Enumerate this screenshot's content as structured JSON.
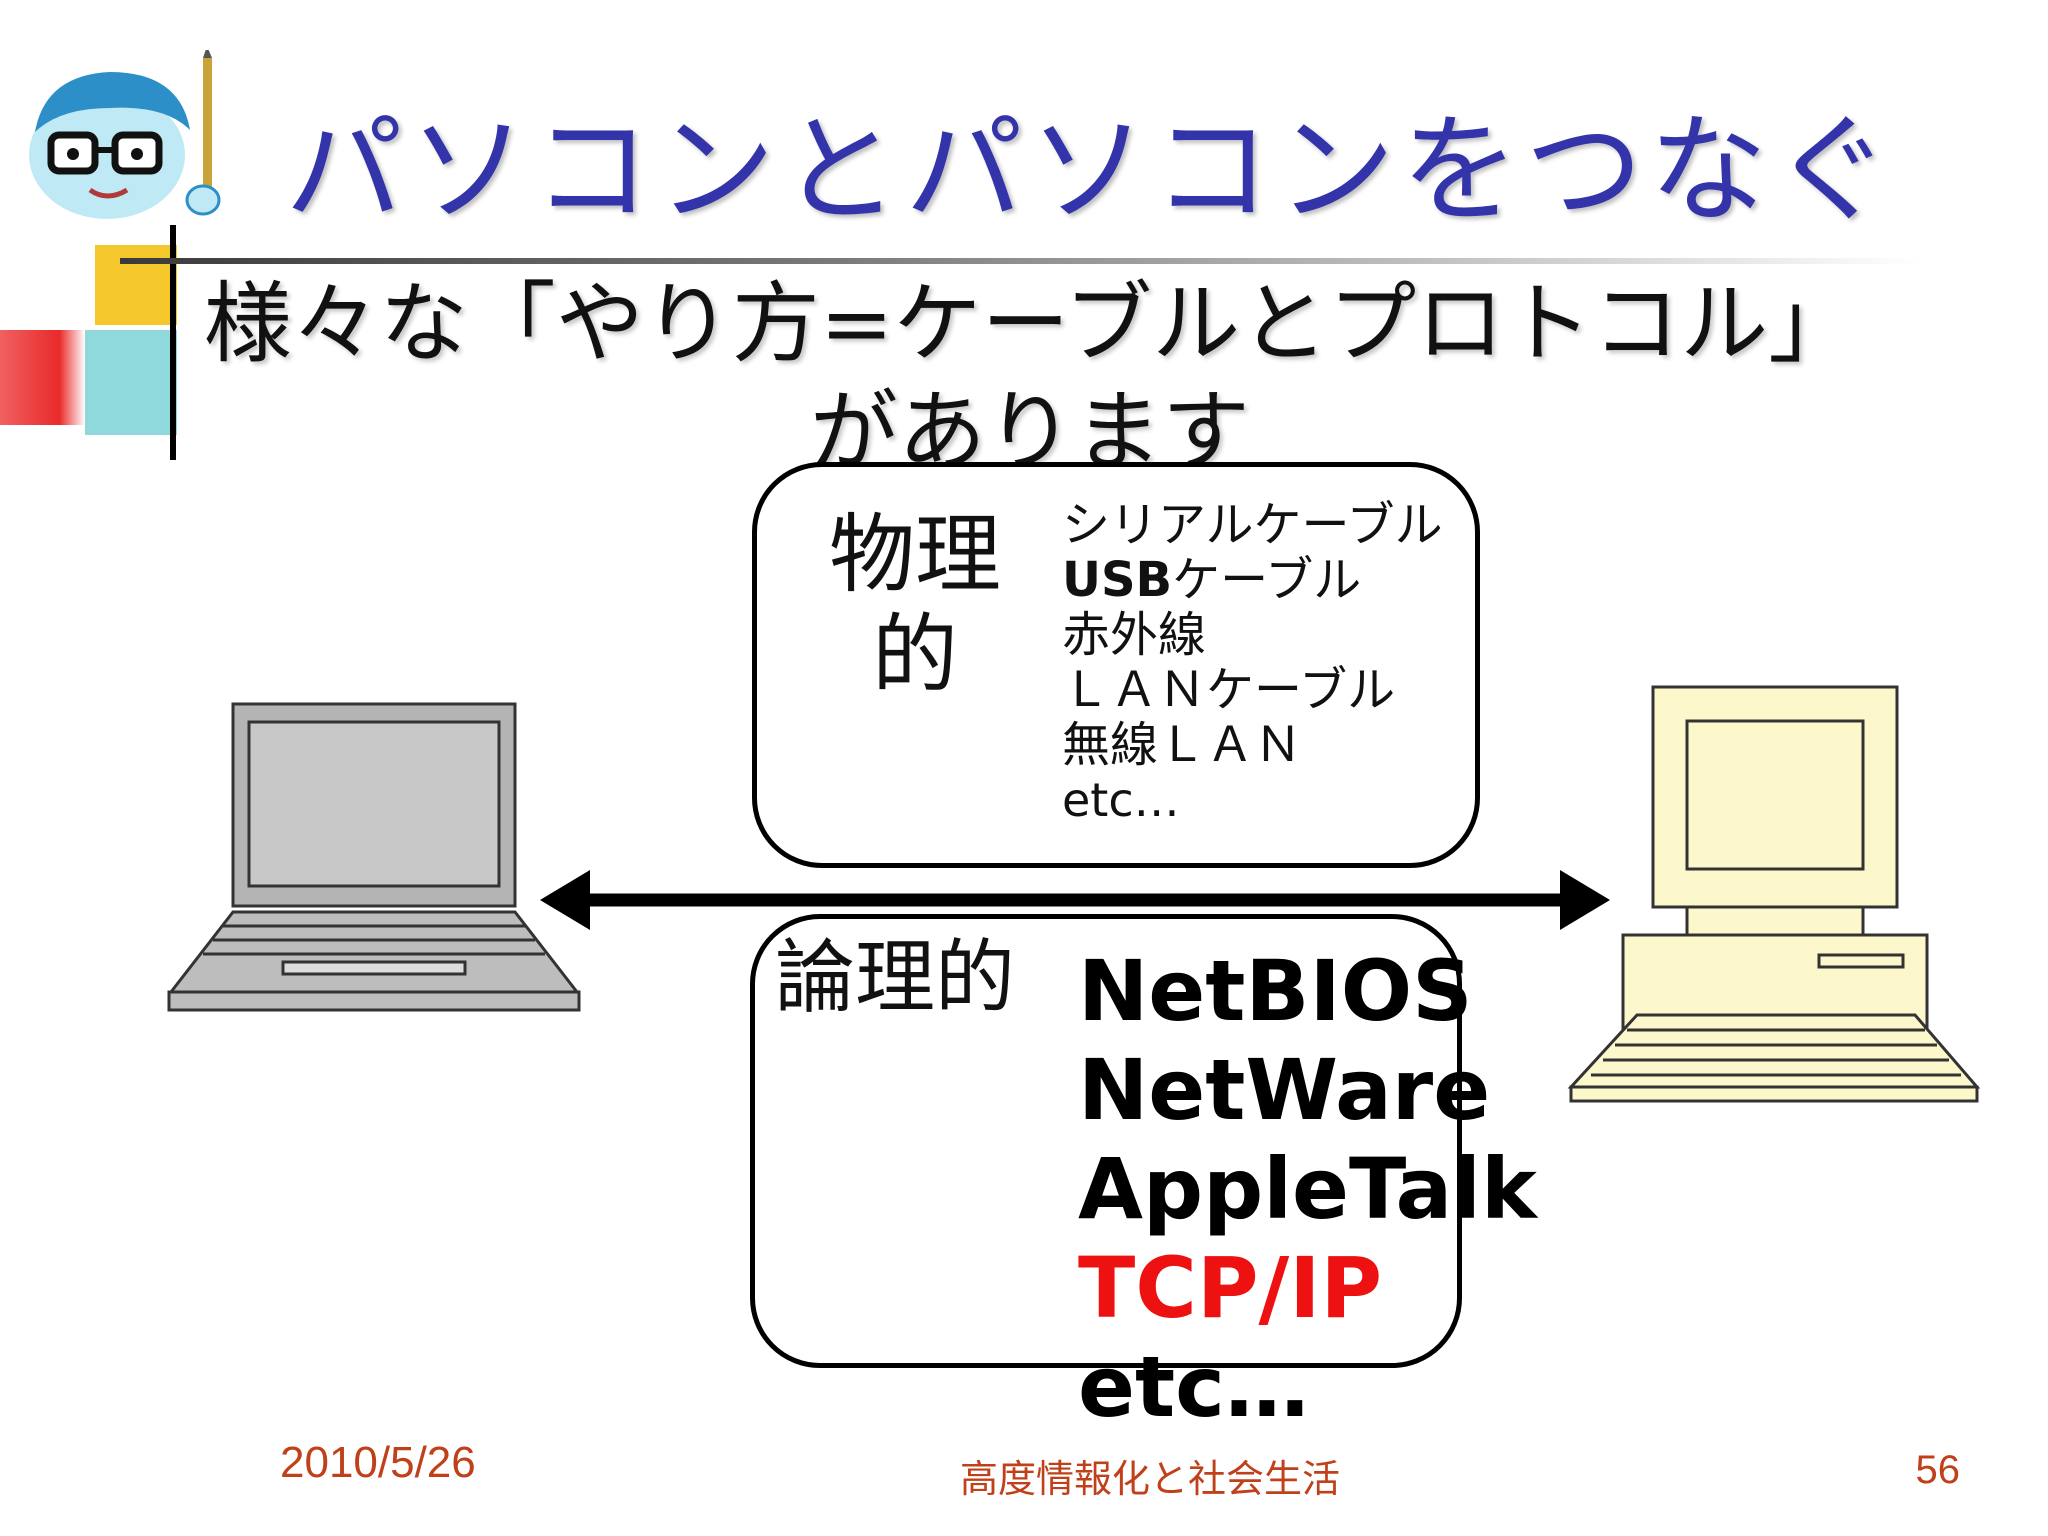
{
  "slide": {
    "title": "パソコンとパソコンをつなぐ",
    "subtitle_line1": "様々な「やり方=ケーブルとプロトコル」",
    "subtitle_line2": "があります"
  },
  "physical": {
    "heading_line1": "物理",
    "heading_line2": "的",
    "items": [
      "シリアルケーブル",
      "USB",
      "ケーブル",
      "赤外線",
      "ＬＡＮケーブル",
      "無線ＬＡＮ",
      "etc…"
    ]
  },
  "logical": {
    "heading": "論理的",
    "items": [
      "NetBIOS",
      "NetWare",
      "AppleTalk",
      "TCP/IP",
      "etc…"
    ],
    "highlight_color": "#ee1111"
  },
  "icons": {
    "mascot": "cartoon-face-with-glasses-icon",
    "left_device": "laptop-icon",
    "right_device": "desktop-computer-icon",
    "connector": "double-headed-arrow-icon"
  },
  "footer": {
    "date": "2010/5/26",
    "course": "高度情報化と社会生活",
    "page": "56"
  },
  "colors": {
    "title": "#3333aa",
    "footer": "#c0401a",
    "desktop_fill": "#fdf8cc"
  }
}
